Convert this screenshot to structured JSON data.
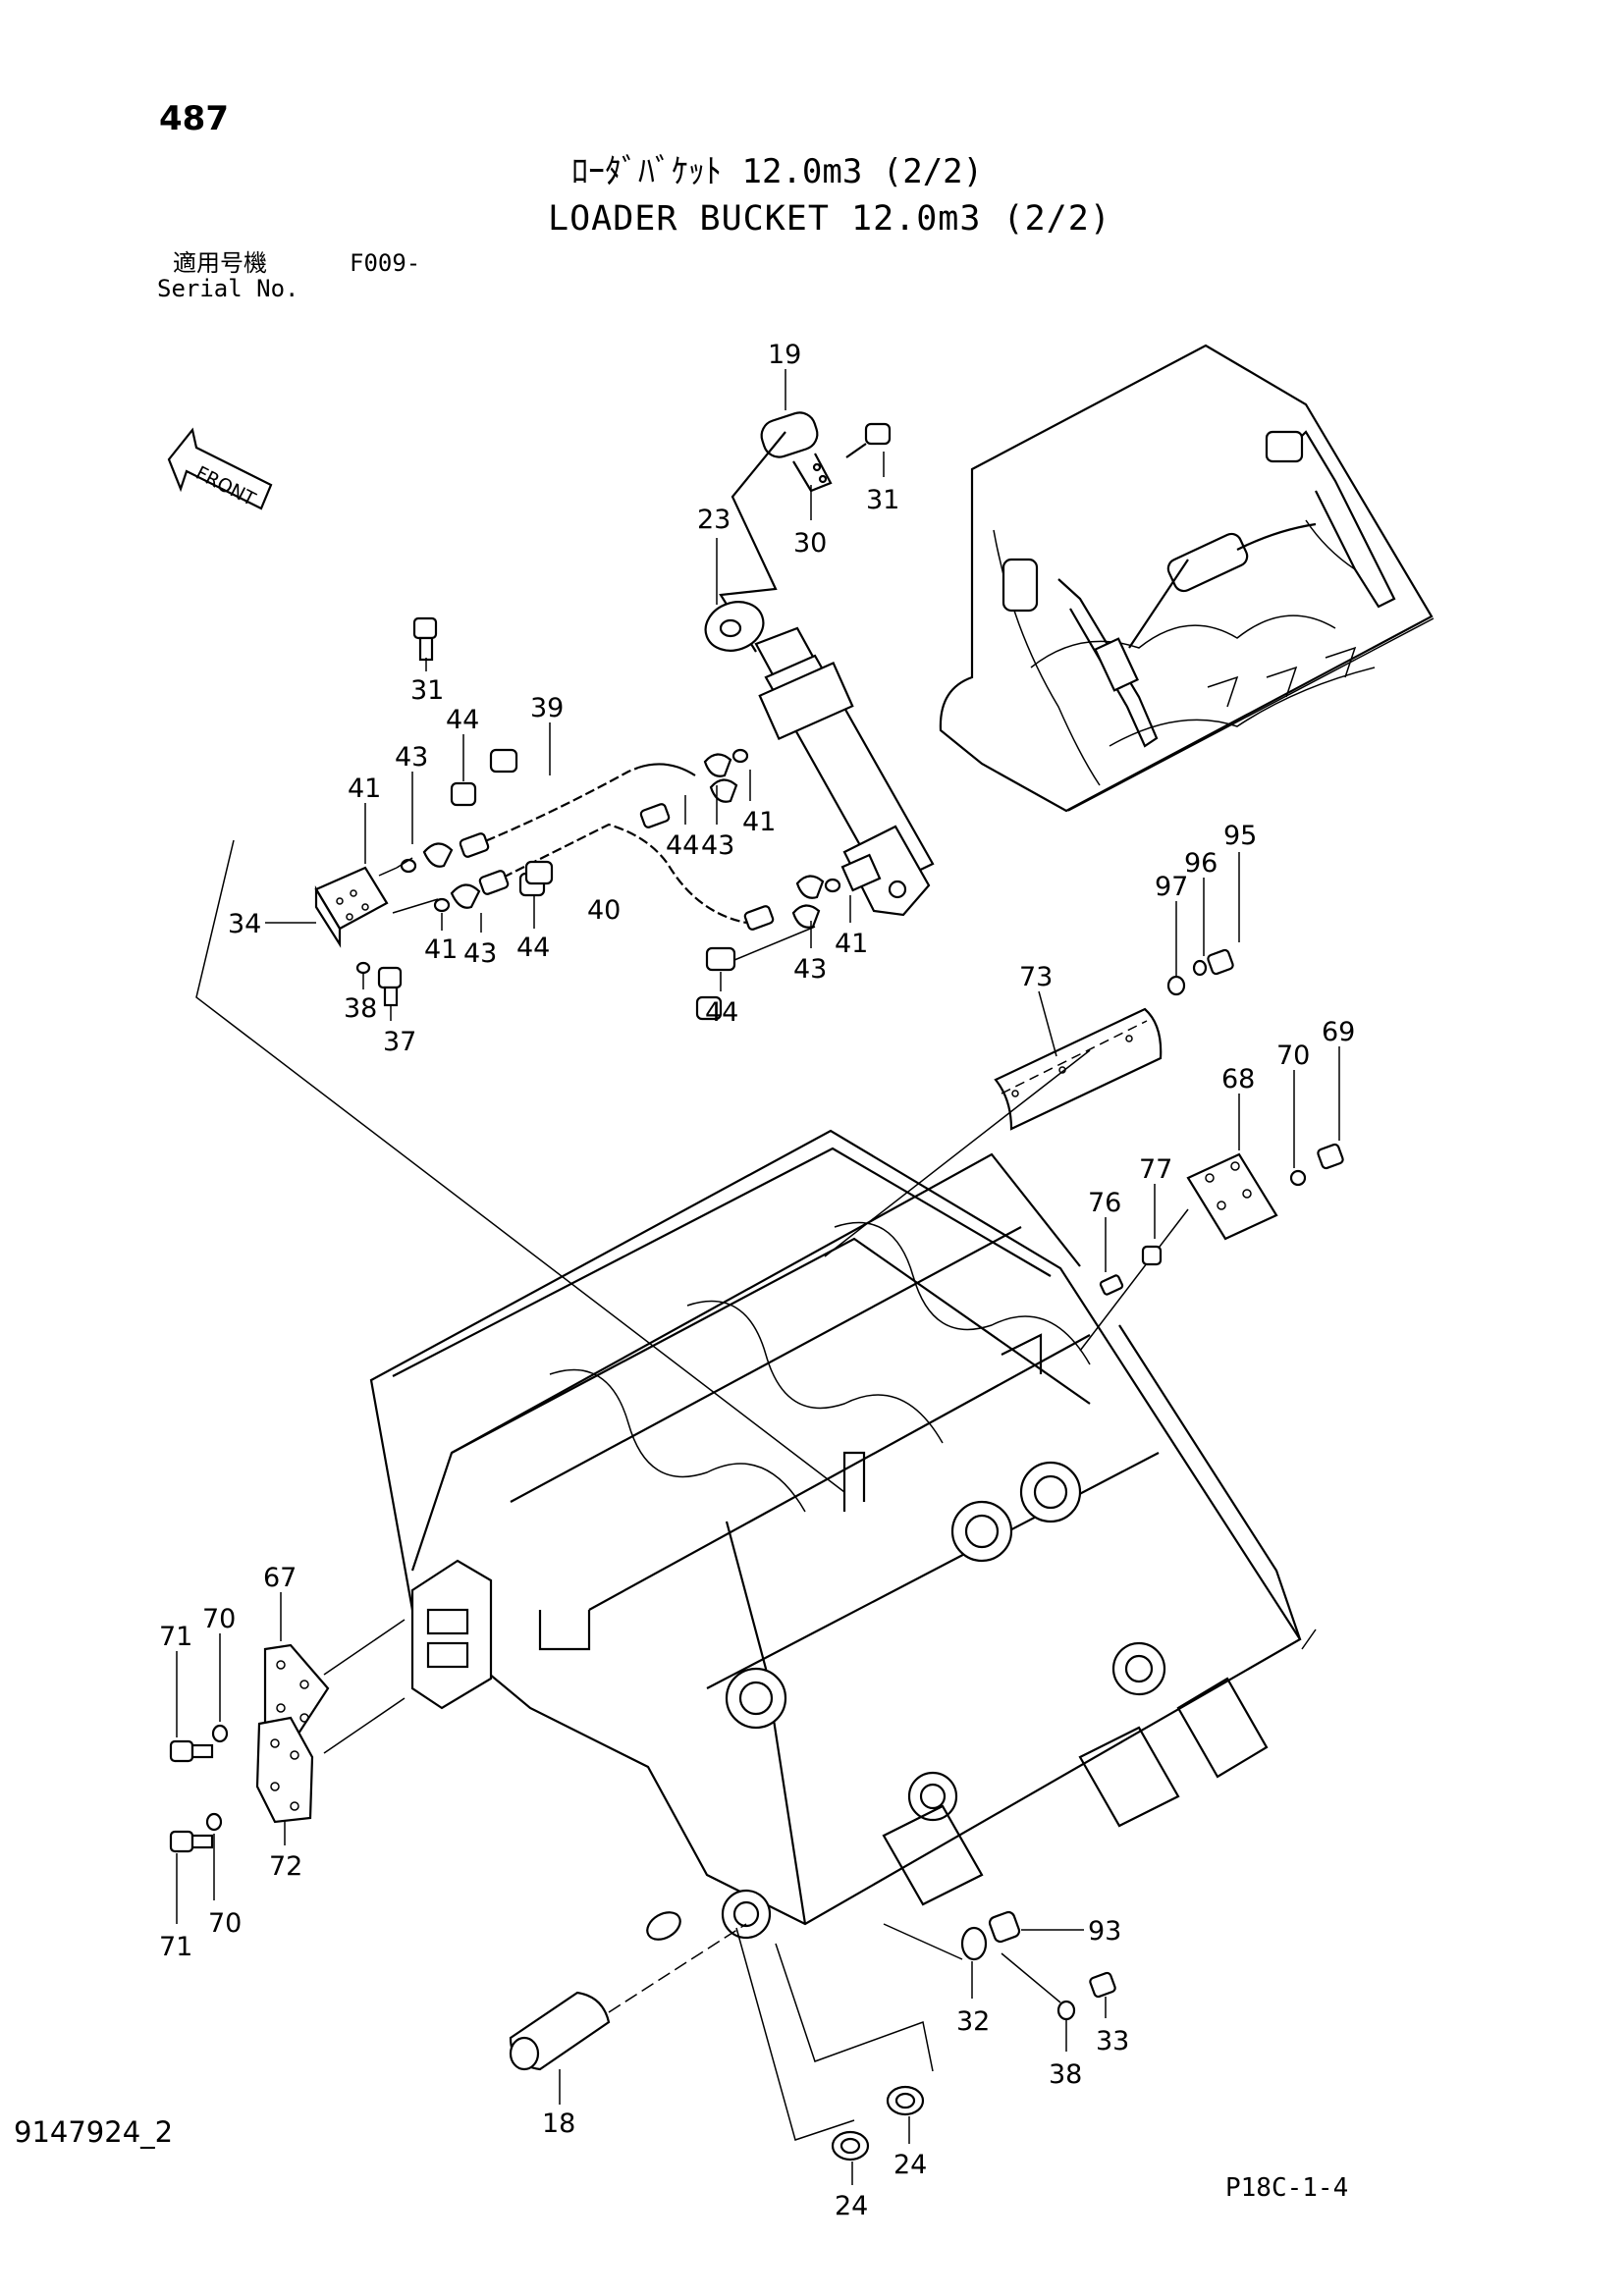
{
  "header": {
    "page_number": "487",
    "title_jp": "ﾛｰﾀﾞﾊﾞｹｯﾄ 12.0m3 (2/2)",
    "title_en": "LOADER BUCKET 12.0m3 (2/2)",
    "serial_label_jp": "適用号機",
    "serial_code": "F009-",
    "serial_label_en": "Serial No."
  },
  "front_indicator": "FRONT",
  "callouts": [
    {
      "id": "c19",
      "label": "19"
    },
    {
      "id": "c31a",
      "label": "31"
    },
    {
      "id": "c30",
      "label": "30"
    },
    {
      "id": "c23",
      "label": "23"
    },
    {
      "id": "c31b",
      "label": "31"
    },
    {
      "id": "c39",
      "label": "39"
    },
    {
      "id": "c44a",
      "label": "44"
    },
    {
      "id": "c43a",
      "label": "43"
    },
    {
      "id": "c41a",
      "label": "41"
    },
    {
      "id": "c41b",
      "label": "41"
    },
    {
      "id": "c44b",
      "label": "44"
    },
    {
      "id": "c43b",
      "label": "43"
    },
    {
      "id": "c34",
      "label": "34"
    },
    {
      "id": "c41c",
      "label": "41"
    },
    {
      "id": "c43c",
      "label": "43"
    },
    {
      "id": "c44c",
      "label": "44"
    },
    {
      "id": "c40",
      "label": "40"
    },
    {
      "id": "c43d",
      "label": "43"
    },
    {
      "id": "c41d",
      "label": "41"
    },
    {
      "id": "c38a",
      "label": "38"
    },
    {
      "id": "c37",
      "label": "37"
    },
    {
      "id": "c44d",
      "label": "44"
    },
    {
      "id": "c95",
      "label": "95"
    },
    {
      "id": "c96",
      "label": "96"
    },
    {
      "id": "c97",
      "label": "97"
    },
    {
      "id": "c73",
      "label": "73"
    },
    {
      "id": "c69",
      "label": "69"
    },
    {
      "id": "c70a",
      "label": "70"
    },
    {
      "id": "c68",
      "label": "68"
    },
    {
      "id": "c77",
      "label": "77"
    },
    {
      "id": "c76",
      "label": "76"
    },
    {
      "id": "c67",
      "label": "67"
    },
    {
      "id": "c71a",
      "label": "71"
    },
    {
      "id": "c70b",
      "label": "70"
    },
    {
      "id": "c72",
      "label": "72"
    },
    {
      "id": "c71b",
      "label": "71"
    },
    {
      "id": "c70c",
      "label": "70"
    },
    {
      "id": "c93",
      "label": "93"
    },
    {
      "id": "c32",
      "label": "32"
    },
    {
      "id": "c38b",
      "label": "38"
    },
    {
      "id": "c33",
      "label": "33"
    },
    {
      "id": "c18",
      "label": "18"
    },
    {
      "id": "c24a",
      "label": "24"
    },
    {
      "id": "c24b",
      "label": "24"
    }
  ],
  "footer": {
    "drawing_number": "9147924_2",
    "page_ref": "P18C-1-4"
  }
}
